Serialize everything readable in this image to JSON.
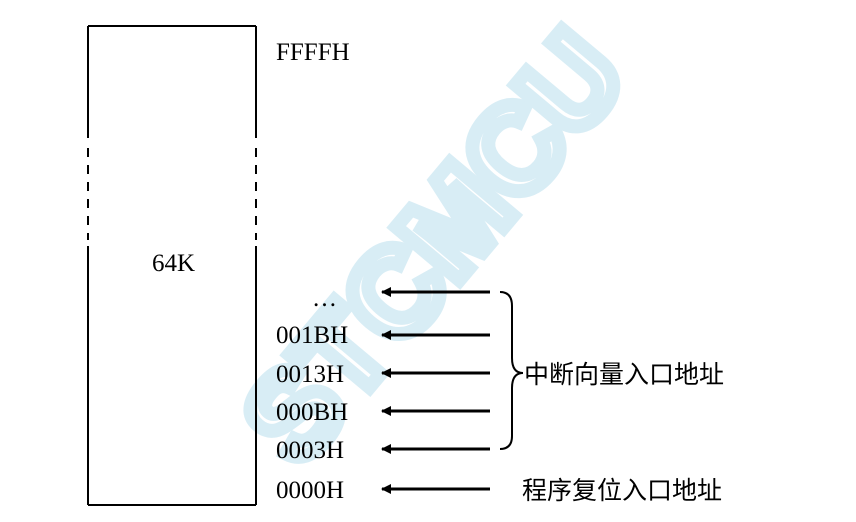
{
  "memory": {
    "size_label": "64K",
    "top_address": "FFFFH",
    "ellipsis": "…"
  },
  "vector_addresses": [
    "001BH",
    "0013H",
    "000BH",
    "0003H"
  ],
  "reset_address": "0000H",
  "labels": {
    "interrupt_vectors": "中断向量入口地址",
    "reset_entry": "程序复位入口地址"
  },
  "watermark": "STCMCU",
  "colors": {
    "line": "#000000",
    "watermark": "#cfe9f3"
  }
}
